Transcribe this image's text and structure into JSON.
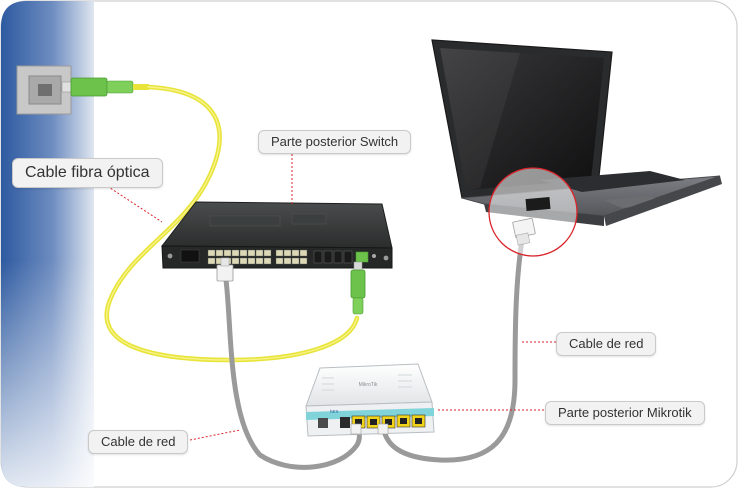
{
  "labels": {
    "fiber_cable": "Cable fibra óptica",
    "switch_rear": "Parte posterior Switch",
    "network_cable_left": "Cable de red",
    "network_cable_right": "Cable de red",
    "mikrotik_rear": "Parte posterior Mikrotik"
  },
  "devices": {
    "switch_panel_text": "",
    "mikrotik_model": "hEX",
    "mikrotik_brand": "MikroTik"
  },
  "colors": {
    "wall_blue": "#2d5aa0",
    "fiber_yellow": "#e8e43a",
    "fiber_connector_green": "#6cc24a",
    "ethernet_grey": "#9a9a9a",
    "mikrotik_ports_yellow": "#f2d31b",
    "highlight_red": "#d9252a",
    "leader_red": "#d9252a"
  }
}
